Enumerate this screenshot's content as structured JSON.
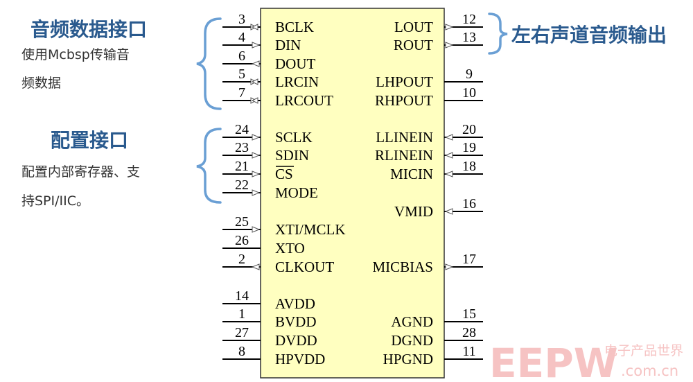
{
  "annotations": {
    "audio_interface": {
      "title": "音频数据接口",
      "desc_line1": "使用Mcbsp传输音",
      "desc_line2": "频数据"
    },
    "config_interface": {
      "title": "配置接口",
      "desc_line1": "配置内部寄存器、支",
      "desc_line2": "持SPI/IIC。"
    },
    "audio_output": {
      "title": "左右声道音频输出"
    }
  },
  "chip": {
    "fill_color": "#ffffc0",
    "left_pins": [
      {
        "num": "3",
        "label": "BCLK",
        "arrow": "bidir"
      },
      {
        "num": "4",
        "label": "DIN",
        "arrow": "in"
      },
      {
        "num": "6",
        "label": "DOUT",
        "arrow": "out"
      },
      {
        "num": "5",
        "label": "LRCIN",
        "arrow": "bidir"
      },
      {
        "num": "7",
        "label": "LRCOUT",
        "arrow": "bidir"
      },
      {
        "num": "24",
        "label": "SCLK",
        "arrow": "in"
      },
      {
        "num": "23",
        "label": "SDIN",
        "arrow": "in"
      },
      {
        "num": "21",
        "label": "CS",
        "arrow": "in",
        "overline": true
      },
      {
        "num": "22",
        "label": "MODE",
        "arrow": "in"
      },
      {
        "num": "25",
        "label": "XTI/MCLK",
        "arrow": "in"
      },
      {
        "num": "26",
        "label": "XTO",
        "arrow": "none"
      },
      {
        "num": "2",
        "label": "CLKOUT",
        "arrow": "out"
      },
      {
        "num": "14",
        "label": "AVDD",
        "arrow": "none"
      },
      {
        "num": "1",
        "label": "BVDD",
        "arrow": "none"
      },
      {
        "num": "27",
        "label": "DVDD",
        "arrow": "none"
      },
      {
        "num": "8",
        "label": "HPVDD",
        "arrow": "none"
      }
    ],
    "right_pins": [
      {
        "num": "12",
        "label": "LOUT",
        "arrow": "out"
      },
      {
        "num": "13",
        "label": "ROUT",
        "arrow": "out"
      },
      {
        "num": "9",
        "label": "LHPOUT",
        "arrow": "none"
      },
      {
        "num": "10",
        "label": "RHPOUT",
        "arrow": "none"
      },
      {
        "num": "20",
        "label": "LLINEIN",
        "arrow": "in"
      },
      {
        "num": "19",
        "label": "RLINEIN",
        "arrow": "in"
      },
      {
        "num": "18",
        "label": "MICIN",
        "arrow": "in"
      },
      {
        "num": "16",
        "label": "VMID",
        "arrow": "in"
      },
      {
        "num": "17",
        "label": "MICBIAS",
        "arrow": "out"
      },
      {
        "num": "15",
        "label": "AGND",
        "arrow": "none"
      },
      {
        "num": "28",
        "label": "DGND",
        "arrow": "none"
      },
      {
        "num": "11",
        "label": "HPGND",
        "arrow": "none"
      }
    ]
  },
  "watermark": {
    "logo": "EEPW",
    "tagline": "电子产品世界",
    "url": ".com.cn"
  },
  "colors": {
    "annotation_blue": "#2a5a8e",
    "bracket_blue": "#6a9fd4",
    "watermark_pink": "#f6c3c3"
  }
}
